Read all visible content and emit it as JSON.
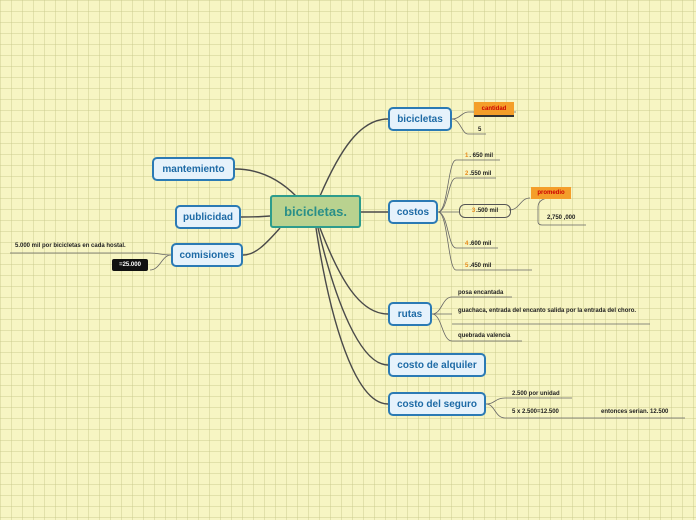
{
  "central": "bicicletas.",
  "left": {
    "mantemiento": "mantemiento",
    "publicidad": "publicidad",
    "comisiones": "comisiones",
    "comisiones_note": "5.000 mil por bicicletas en cada hostal.",
    "comisiones_total": "=25.000"
  },
  "bicicletas": {
    "label": "bicicletas",
    "cantidad_label": "cantidad",
    "cantidad_value": "5"
  },
  "costos": {
    "label": "costos",
    "items": [
      {
        "n": "1",
        "text": ". 650 mil"
      },
      {
        "n": "2",
        "text": ".550 mil"
      },
      {
        "n": "3",
        "text": ".500 mil"
      },
      {
        "n": "4",
        "text": ".600 mil"
      },
      {
        "n": "5",
        "text": ".450 mil"
      }
    ],
    "promedio_label": "promedio",
    "promedio_value": "2,750 ,000"
  },
  "rutas": {
    "label": "rutas",
    "items": [
      "posa encantada",
      "guachaca, entrada del encanto salida por la entrada del choro.",
      "quebrada valencia"
    ]
  },
  "costo_alquiler": {
    "label": "costo de alquiler"
  },
  "costo_seguro": {
    "label": "costo del seguro",
    "per_unit": "2.500 por unidad",
    "calc": "5 x 2.500=12.500",
    "result": "entonces serian. 12.500"
  }
}
